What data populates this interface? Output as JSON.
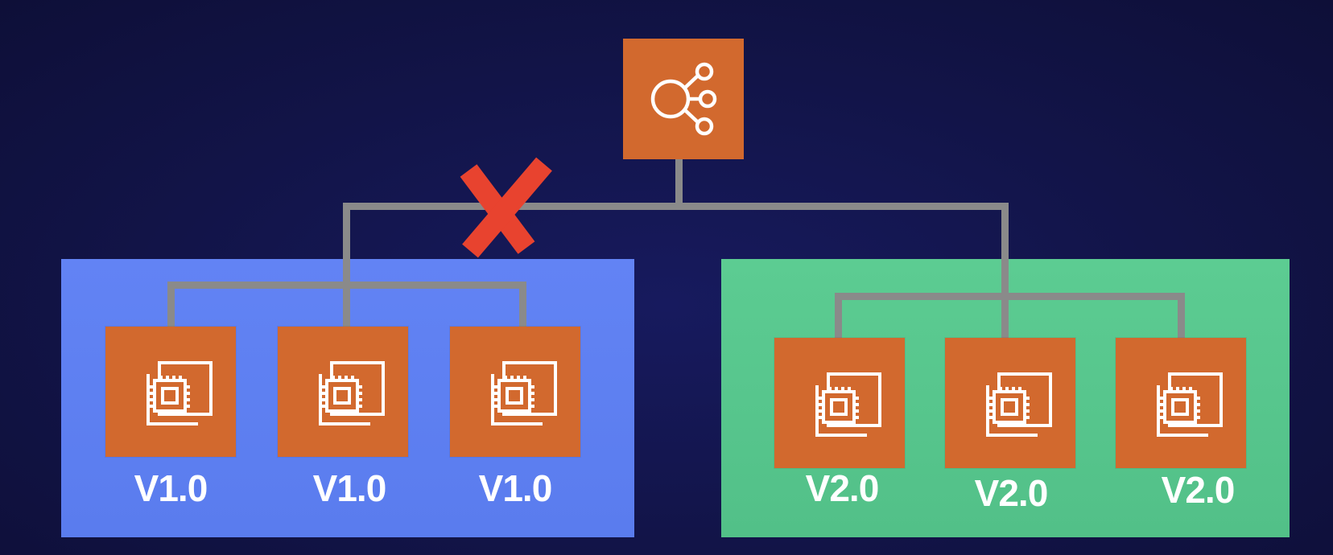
{
  "colors": {
    "background": "#121448",
    "blue_group": "#5d7ff0",
    "green_group": "#5ac88d",
    "tile_orange": "#d2692e",
    "connector_gray": "#8a8a8a",
    "x_mark_red": "#e8432f"
  },
  "load_balancer": {
    "icon": "load-balancer-icon"
  },
  "x_mark": {
    "icon": "x-mark-icon",
    "meaning": "disconnected"
  },
  "blue_group": {
    "instances": [
      {
        "label": "V1.0",
        "icon": "ec2-instance-icon"
      },
      {
        "label": "V1.0",
        "icon": "ec2-instance-icon"
      },
      {
        "label": "V1.0",
        "icon": "ec2-instance-icon"
      }
    ]
  },
  "green_group": {
    "instances": [
      {
        "label": "V2.0",
        "icon": "ec2-instance-icon"
      },
      {
        "label": "V2.0",
        "icon": "ec2-instance-icon"
      },
      {
        "label": "V2.0",
        "icon": "ec2-instance-icon"
      }
    ]
  }
}
